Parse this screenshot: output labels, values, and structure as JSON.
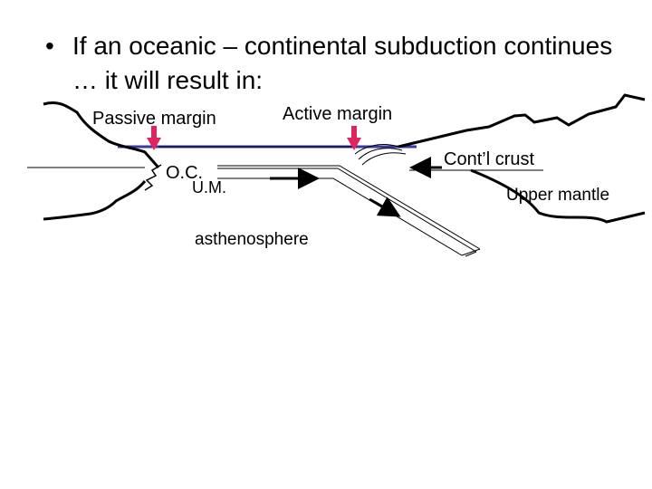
{
  "slide": {
    "bullet_glyph": "•",
    "bullet_text": "If an oceanic – continental subduction continues … it will result in:"
  },
  "diagram": {
    "labels": {
      "passive_margin": "Passive margin",
      "active_margin": "Active margin",
      "oceanic_crust": "O.C.",
      "upper_mantle_short": "U.M.",
      "asthenosphere": "asthenosphere",
      "continental_crust": "Cont’l crust",
      "upper_mantle": "Upper mantle"
    },
    "colors": {
      "margin_arrow": "#e0245e",
      "sea_surface": "#3a3aa0",
      "ink": "#000000"
    }
  }
}
